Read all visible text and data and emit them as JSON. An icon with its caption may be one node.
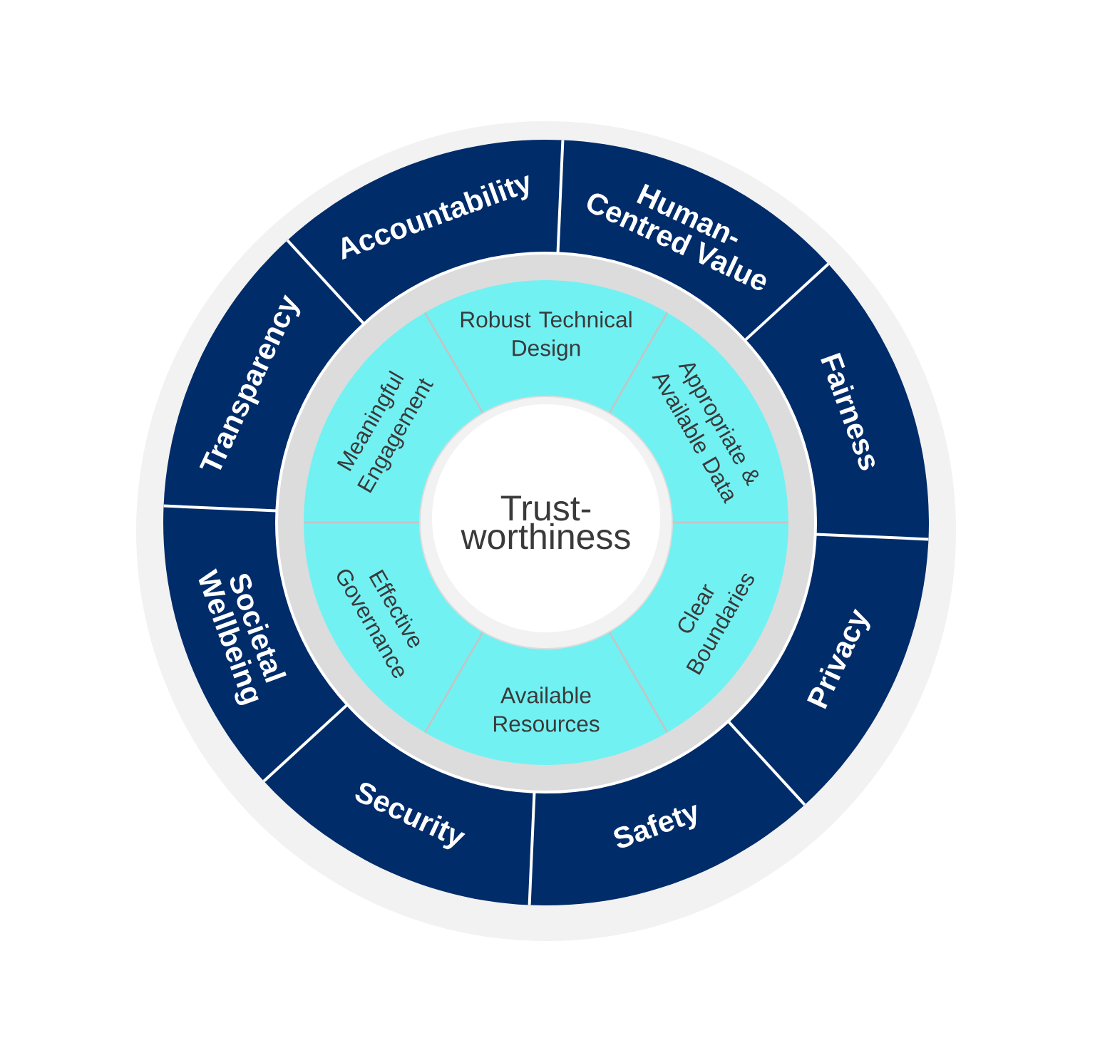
{
  "diagram": {
    "nodes": [
      {
        "text": [
          "Accountability"
        ]
      },
      {
        "text": [
          "Human-Centred Value"
        ]
      },
      {
        "text": [
          "Fairness"
        ]
      },
      {
        "text": [
          "Privacy"
        ]
      },
      {
        "text": [
          "Safety"
        ]
      },
      {
        "text": [
          "Security"
        ]
      },
      {
        "text": [
          "Societal Wellbeing"
        ]
      },
      {
        "text": [
          "Transparency"
        ]
      },
      {
        "text": [
          "Robust Technical Design"
        ]
      },
      {
        "text": [
          "Appropriate & Available Data"
        ]
      },
      {
        "text": [
          "Clear Boundaries"
        ]
      },
      {
        "text": [
          "Available Resources"
        ]
      },
      {
        "text": [
          "Effective Governance"
        ]
      },
      {
        "text": [
          "Meaningful Engagement"
        ]
      },
      {
        "text": [
          "Trust- worthiness"
        ]
      }
    ]
  }
}
